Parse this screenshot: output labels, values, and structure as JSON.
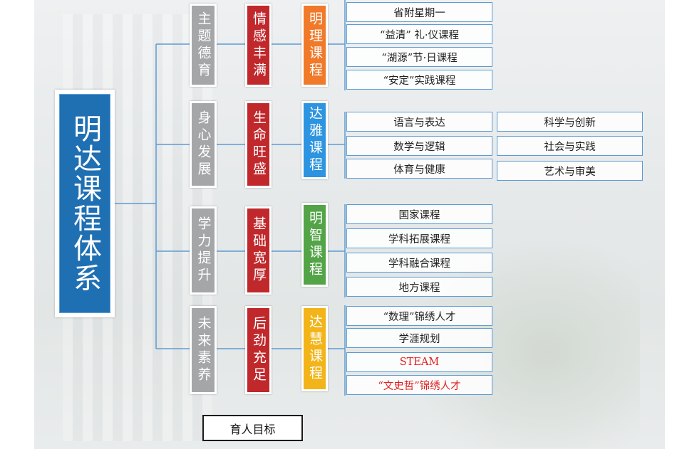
{
  "main_title": "明达课程体系",
  "rows": [
    {
      "goal": "主题德育",
      "trait": "情感丰满",
      "category": "明理课程",
      "category_color": "#f07a2a",
      "courses": [
        "省附星期一",
        "“益清” 礼·仪课程",
        "“湖源”节·日课程",
        "“安定”实践课程"
      ]
    },
    {
      "goal": "身心发展",
      "trait": "生命旺盛",
      "category": "达雅课程",
      "category_color": "#2c94e0",
      "courses": [
        "语言与表达",
        "数学与逻辑",
        "体育与健康"
      ],
      "extra_courses": [
        "科学与创新",
        "社会与实践",
        "艺术与审美"
      ]
    },
    {
      "goal": "学力提升",
      "trait": "基础宽厚",
      "category": "明智课程",
      "category_color": "#53a447",
      "courses": [
        "国家课程",
        "学科拓展课程",
        "学科融合课程",
        "地方课程"
      ]
    },
    {
      "goal": "未来素养",
      "trait": "后劲充足",
      "category": "达慧课程",
      "category_color": "#f2b418",
      "courses": [
        "“数理”锦绣人才",
        "学涯规划",
        "STEAM",
        "“文史哲”锦绣人才"
      ],
      "highlight_color": "#e02020"
    }
  ],
  "bottom_label": "育人目标"
}
